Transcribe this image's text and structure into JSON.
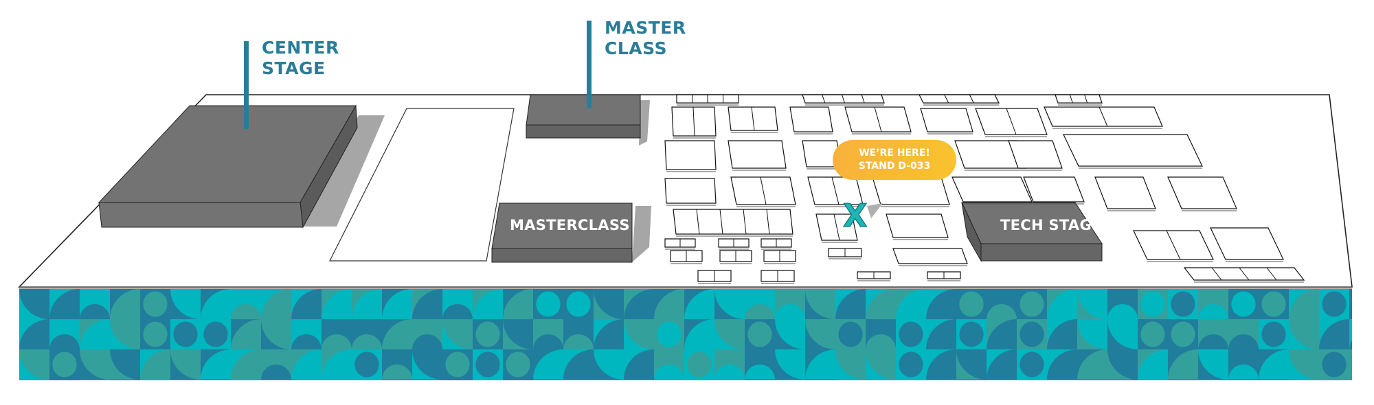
{
  "map": {
    "title": "Exhibition floor plan",
    "callouts": [
      {
        "id": "center-stage",
        "lines": [
          "CENTER",
          "STAGE"
        ]
      },
      {
        "id": "master-class",
        "lines": [
          "MASTER",
          "CLASS"
        ]
      }
    ],
    "stages": [
      {
        "id": "masterclass",
        "label": "MASTERCLASS"
      },
      {
        "id": "tech-stage",
        "label": "TECH STAGE"
      }
    ],
    "you_are_here": {
      "line1": "WE’RE HERE!",
      "line2": "STAND D-033",
      "marker": "X"
    }
  },
  "colors": {
    "accent_blue": "#2a7d99",
    "stage_gray": "#737373",
    "bubble_yellow": "#f9b934",
    "marker_teal": "#1fb5b5",
    "pattern_teal": "#00b6bf",
    "pattern_blue": "#217d9c",
    "pattern_green": "#34a09c"
  }
}
